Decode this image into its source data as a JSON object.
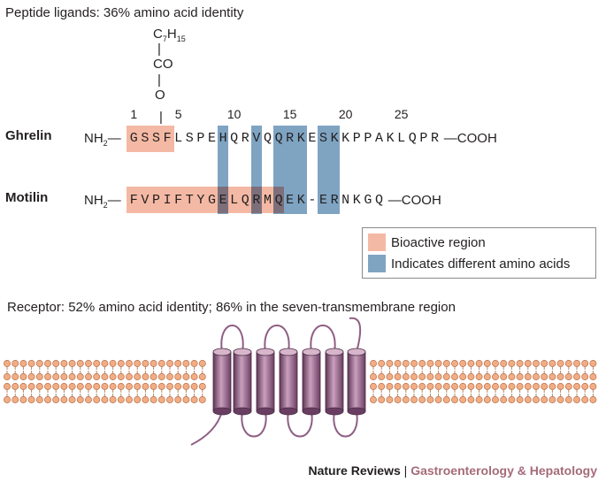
{
  "peptide_title": "Peptide ligands: 36% amino acid identity",
  "acyl": {
    "c": "C",
    "sub7": "7",
    "h": "H",
    "sub15": "15",
    "co": "CO",
    "o": "O",
    "bond": "|"
  },
  "position_numbers": [
    "1",
    "5",
    "10",
    "15",
    "20",
    "25"
  ],
  "ghrelin": {
    "name": "Ghrelin",
    "nh": "NH",
    "nh_sub": "2",
    "dash": "—",
    "sequence": [
      "G",
      "S",
      "S",
      "F",
      "L",
      "S",
      "P",
      "E",
      "H",
      "Q",
      "R",
      "V",
      "Q",
      "Q",
      "R",
      "K",
      "E",
      "S",
      "K",
      "K",
      "P",
      "P",
      "A",
      "K",
      "L",
      "Q",
      "P",
      "R"
    ],
    "cooh": "—COOH"
  },
  "motilin": {
    "name": "Motilin",
    "nh": "NH",
    "nh_sub": "2",
    "dash": "—",
    "sequence": [
      "F",
      "V",
      "P",
      "I",
      "F",
      "T",
      "Y",
      "G",
      "E",
      "L",
      "Q",
      "R",
      "M",
      "Q",
      "E",
      "K",
      "-",
      "E",
      "R",
      "N",
      "K",
      "G",
      "Q"
    ],
    "cooh": "—COOH"
  },
  "legend": {
    "bioactive": "Bioactive region",
    "different": "Indicates different amino acids"
  },
  "receptor_title": "Receptor: 52% amino acid identity; 86% in the seven-transmembrane region",
  "footer": {
    "brand": "Nature Reviews",
    "separator": "|",
    "journal": "Gastroenterology & Hepatology"
  },
  "colors": {
    "bioactive": "#f4b9a4",
    "different": "#7fa4c2",
    "overlap": "#7c6f7a",
    "membrane_head": "#f2ad84",
    "membrane_head_stroke": "#b8704c",
    "receptor": "#8f5f84",
    "journal": "#a56b7a"
  }
}
